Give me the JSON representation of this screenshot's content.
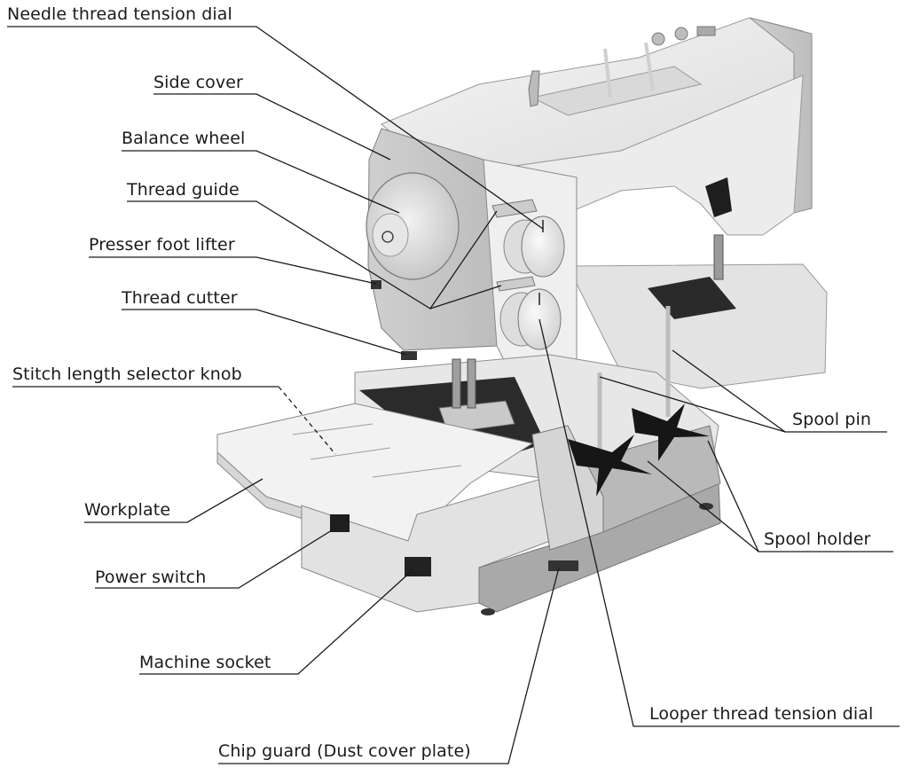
{
  "labels": {
    "needle_thread_tension_dial": "Needle thread tension dial",
    "side_cover": "Side cover",
    "balance_wheel": "Balance wheel",
    "thread_guide": "Thread guide",
    "presser_foot_lifter": "Presser foot lifter",
    "thread_cutter": "Thread cutter",
    "stitch_length_selector_knob": "Stitch length selector knob",
    "workplate": "Workplate",
    "power_switch": "Power switch",
    "machine_socket": "Machine socket",
    "chip_guard": "Chip guard (Dust cover plate)",
    "spool_pin": "Spool pin",
    "spool_holder": "Spool holder",
    "looper_thread_tension_dial": "Looper thread tension dial"
  },
  "colors": {
    "body": "#ebebeb",
    "body_shade": "#d4d4d4",
    "body_dark": "#b7b7b7",
    "base_gray": "#a9a9a9",
    "plate_dark": "#2a2a2a",
    "line": "#1a1a1a"
  }
}
